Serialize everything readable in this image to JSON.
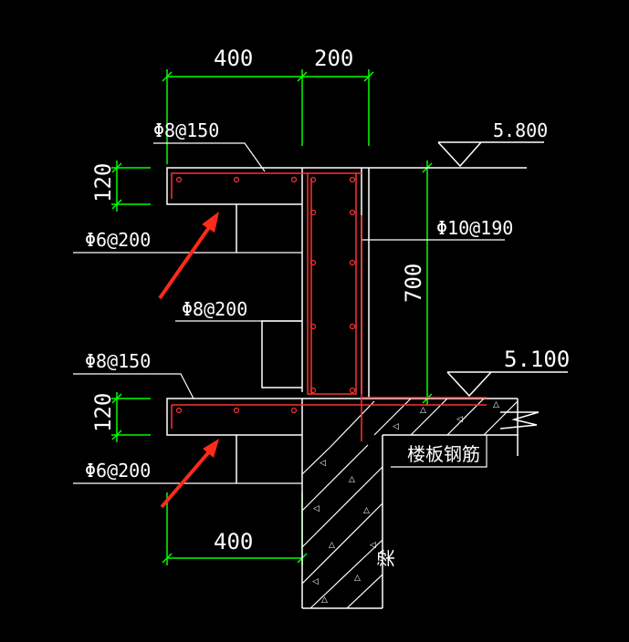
{
  "dimensions": {
    "top_width_left": "400",
    "top_width_right": "200",
    "bottom_width": "400",
    "upper_slab_thickness": "120",
    "lower_slab_thickness": "120",
    "wall_height": "700"
  },
  "rebar": {
    "upper_slab_top": "Φ8@150",
    "upper_slab_distribution": "Φ6@200",
    "wall_vertical": "Φ10@190",
    "wall_horizontal": "Φ8@200",
    "lower_slab_top": "Φ8@150",
    "lower_slab_distribution": "Φ6@200"
  },
  "elevations": {
    "upper": "5.800",
    "lower": "5.100"
  },
  "notes": {
    "floor_slab_rebar": "楼板钢筋",
    "beam": "梁"
  },
  "colors": {
    "background": "#000000",
    "outline": "#ffffff",
    "dimension": "#00ff00",
    "rebar": "#ff3030",
    "arrow": "#ff2a1a"
  }
}
